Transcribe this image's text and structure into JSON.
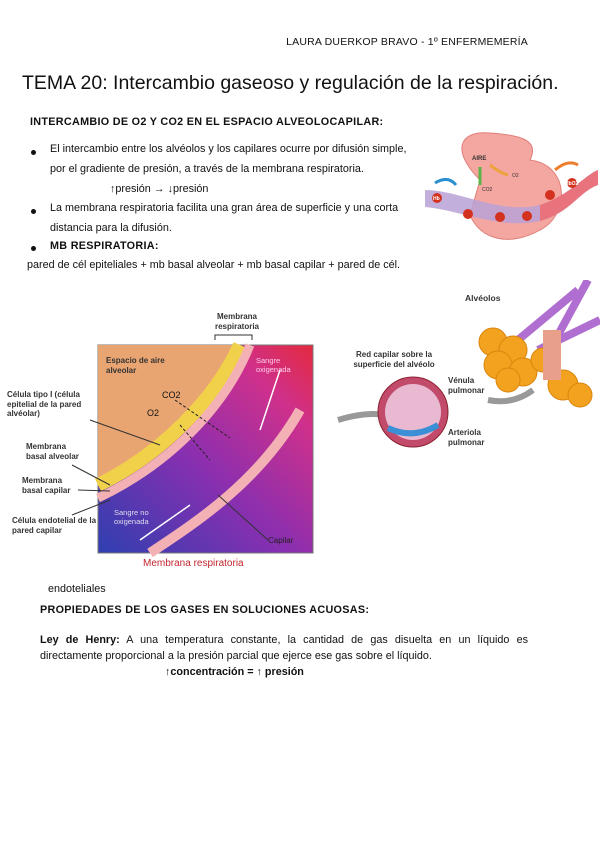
{
  "header": {
    "author": "LAURA DUERKOP BRAVO - 1º ENFERMEMERÍA"
  },
  "title": "TEMA 20: Intercambio gaseoso y regulación de la respiración.",
  "section1": {
    "heading": "INTERCAMBIO DE O2 Y CO2 EN EL ESPACIO ALVEOLOCAPILAR:",
    "bullet1_line1": "El intercambio entre los alvéolos y los capilares ocurre por difusión simple,",
    "bullet1_line2": "por el gradiente de presión, a través de la membrana respiratoria.",
    "pressure_note": "↑presión → ↓presión",
    "bullet2_line1": "La membrana respiratoria facilita una gran área de superficie y una corta",
    "bullet2_line2": "distancia para la difusión.",
    "bullet3": "MB RESPIRATORIA:",
    "mb_line": "pared de cél epiteliales + mb basal alveolar + mb basal capilar + pared de cél.",
    "mb_line_cont": "endoteliales"
  },
  "figure_top_right": {
    "labels": [
      "AIRE",
      "O2",
      "CO2",
      "Hb",
      "HbO2"
    ]
  },
  "figure_membrane": {
    "membrana_respiratoria_top": "Membrana respiratoria",
    "espacio": "Espacio de aire alveolar",
    "celula_tipo1": "Célula tipo I (célula epitelial de la pared alvéolar)",
    "mb_basal_alveolar": "Membrana basal alveolar",
    "mb_basal_capilar": "Membrana basal capilar",
    "celula_endotelial": "Célula endotelial de la pared capilar",
    "co2": "CO2",
    "o2": "O2",
    "sangre_oxigenada": "Sangre oxigenada",
    "sangre_no_oxigenada": "Sangre no oxigenada",
    "capilar": "Capilar",
    "caption": "Membrana respiratoria"
  },
  "figure_alveoli": {
    "alveolos": "Alvéolos",
    "red_capilar": "Red capilar sobre la superficie del alvéolo",
    "venula": "Vénula pulmonar",
    "arteriola": "Arteriola pulmonar"
  },
  "section2": {
    "heading": "PROPIEDADES DE LOS GASES EN SOLUCIONES ACUOSAS:",
    "henry_label": "Ley de Henry:",
    "henry_text1": " A una temperatura constante, la cantidad de gas disuelta en un líquido es",
    "henry_text2": "directamente proporcional a la presión parcial que ejerce ese gas sobre el líquido.",
    "henry_formula": "↑concentración = ↑ presión"
  }
}
